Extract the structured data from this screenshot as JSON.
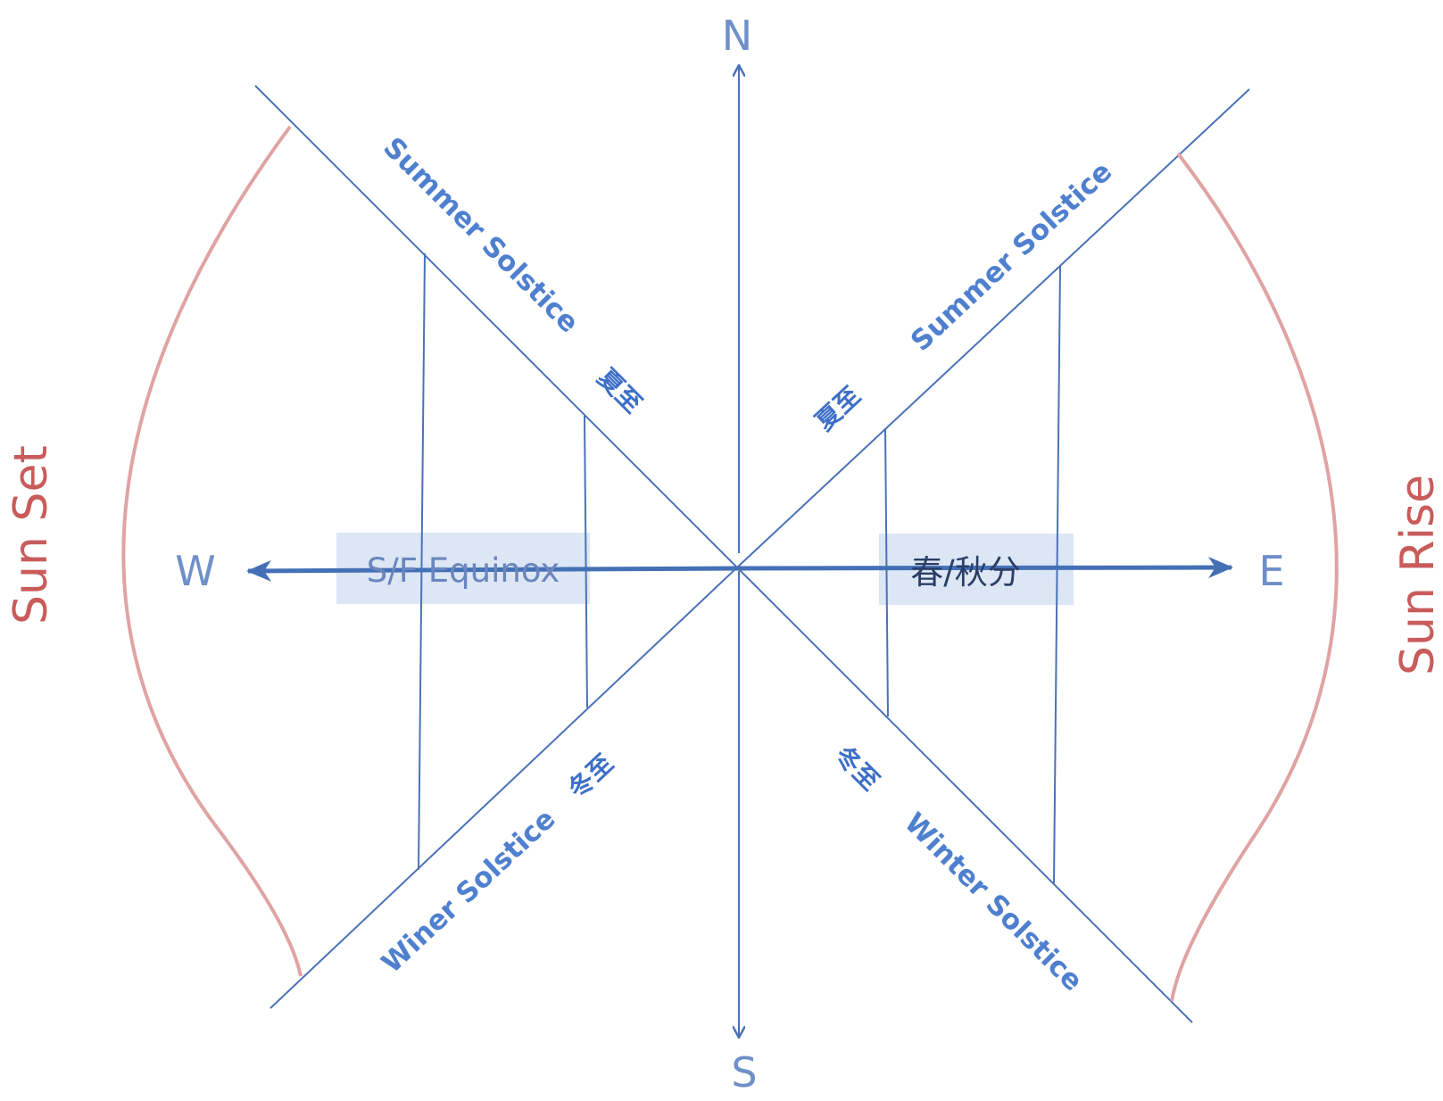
{
  "compass": {
    "north": "N",
    "south": "S",
    "west": "W",
    "east": "E"
  },
  "labels": {
    "summer_solstice_west": "Summer Solstice",
    "summer_solstice_east": "Summer Solstice",
    "winter_solstice_west": "Winer Solstice",
    "winter_solstice_east": "Winter Solstice",
    "summer_cn_west": "夏至",
    "summer_cn_east": "夏至",
    "winter_cn_west": "冬至",
    "winter_cn_east": "冬至",
    "equinox_en": "S/F Equinox",
    "equinox_cn": "春/秋分",
    "sun_set": "Sun Set",
    "sun_rise": "Sun Rise"
  },
  "colors": {
    "line_blue": "#4a72b8",
    "arrow_blue": "#4470b6",
    "curve_red": "#e0a3a3",
    "label_blue": "#4f80cf",
    "sun_red": "#c95b5b",
    "equinox_box": "#d7e2f3",
    "equinox_text_en": "#6a86bd",
    "equinox_text_cn": "#2a3f66"
  }
}
